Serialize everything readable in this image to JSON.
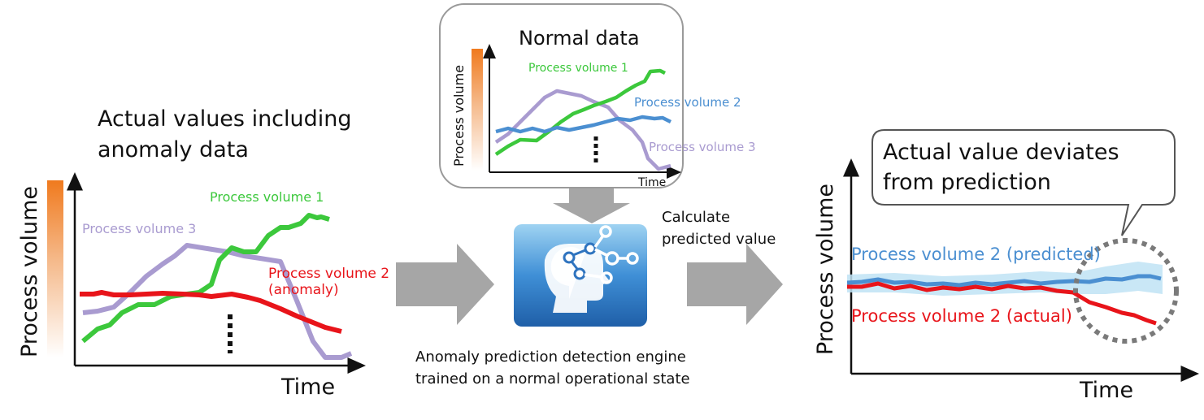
{
  "left_panel": {
    "title_line1": "Actual values including",
    "title_line2": "anomaly data",
    "y_label": "Process volume",
    "x_label": "Time",
    "series_labels": {
      "pv1": "Process volume 1",
      "pv3": "Process volume 3",
      "pv2_line1": "Process volume 2",
      "pv2_line2": "(anomaly)"
    },
    "colors": {
      "pv1": "#3cc83c",
      "pv2": "#e8141a",
      "pv3": "#a99bd0"
    }
  },
  "center_panel": {
    "title": "Normal data",
    "y_label": "Process volume",
    "x_label": "Time",
    "series_labels": {
      "pv1": "Process volume 1",
      "pv2": "Process volume 2",
      "pv3": "Process volume 3"
    },
    "colors": {
      "pv1": "#3cc83c",
      "pv2": "#4b8fd1",
      "pv3": "#a99bd0"
    }
  },
  "engine": {
    "icon": "ai-brain-network-icon",
    "caption_line1": "Anomaly prediction detection engine",
    "caption_line2": "trained on a normal operational state",
    "calc_line1": "Calculate",
    "calc_line2": "predicted value"
  },
  "right_panel": {
    "callout_line1": "Actual value deviates",
    "callout_line2": "from prediction",
    "y_label": "Process volume",
    "x_label": "Time",
    "predicted_label": "Process volume 2 (predicted)",
    "actual_label": "Process volume 2 (actual)",
    "colors": {
      "predicted": "#4b8fd1",
      "band": "#bfe3f5",
      "actual": "#e8141a"
    }
  },
  "arrow_color": "#a6a6a6"
}
